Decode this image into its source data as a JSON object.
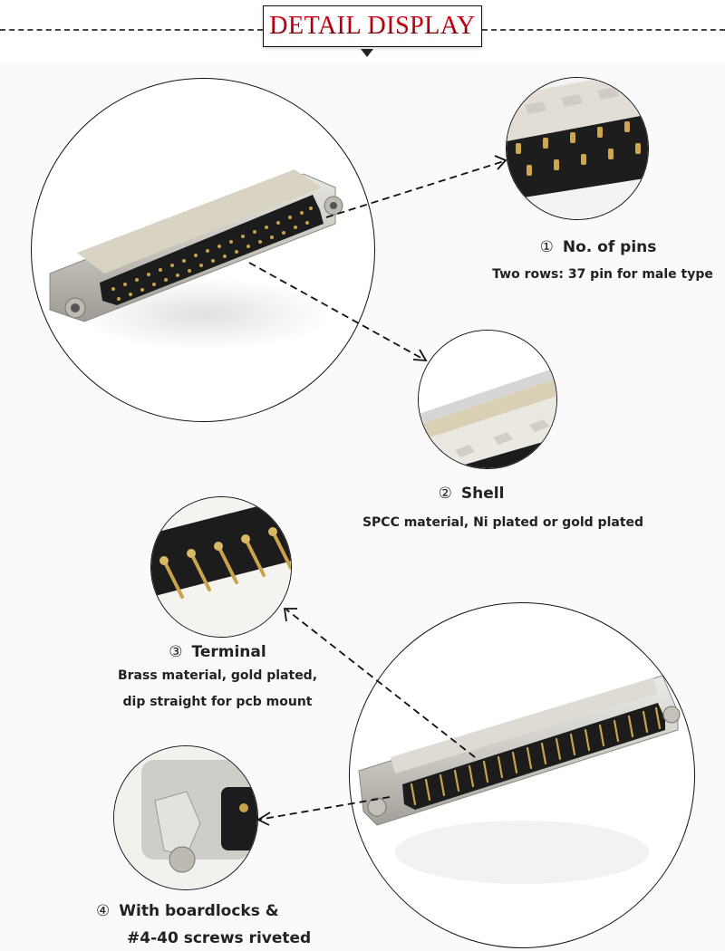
{
  "header": {
    "title": "DETAIL DISPLAY",
    "title_gradient": [
      "#e0001a",
      "#2a0005"
    ]
  },
  "colors": {
    "background": "#fcf9fa",
    "circle_border": "#111111",
    "arrow": "#111111",
    "shell_nickel": "#c9c7c2",
    "insulator": "#1c1c1c",
    "pin_gold": "#c9a24a"
  },
  "features": [
    {
      "number": "①",
      "title": "No. of pins",
      "description": [
        "Two rows: 37 pin for male type"
      ],
      "image": "closeup-pins"
    },
    {
      "number": "②",
      "title": "Shell",
      "description": [
        "SPCC material, Ni plated or gold plated"
      ],
      "image": "closeup-shell"
    },
    {
      "number": "③",
      "title": "Terminal",
      "description": [
        "Brass material, gold plated,",
        "dip straight for pcb mount"
      ],
      "image": "closeup-terminal"
    },
    {
      "number": "④",
      "title": "With boardlocks &",
      "description": [
        "#4-40 screws riveted"
      ],
      "image": "closeup-boardlock"
    }
  ],
  "main_images": [
    {
      "name": "db37-male-connector-front",
      "view": "front"
    },
    {
      "name": "db37-male-connector-rear",
      "view": "rear"
    }
  ]
}
